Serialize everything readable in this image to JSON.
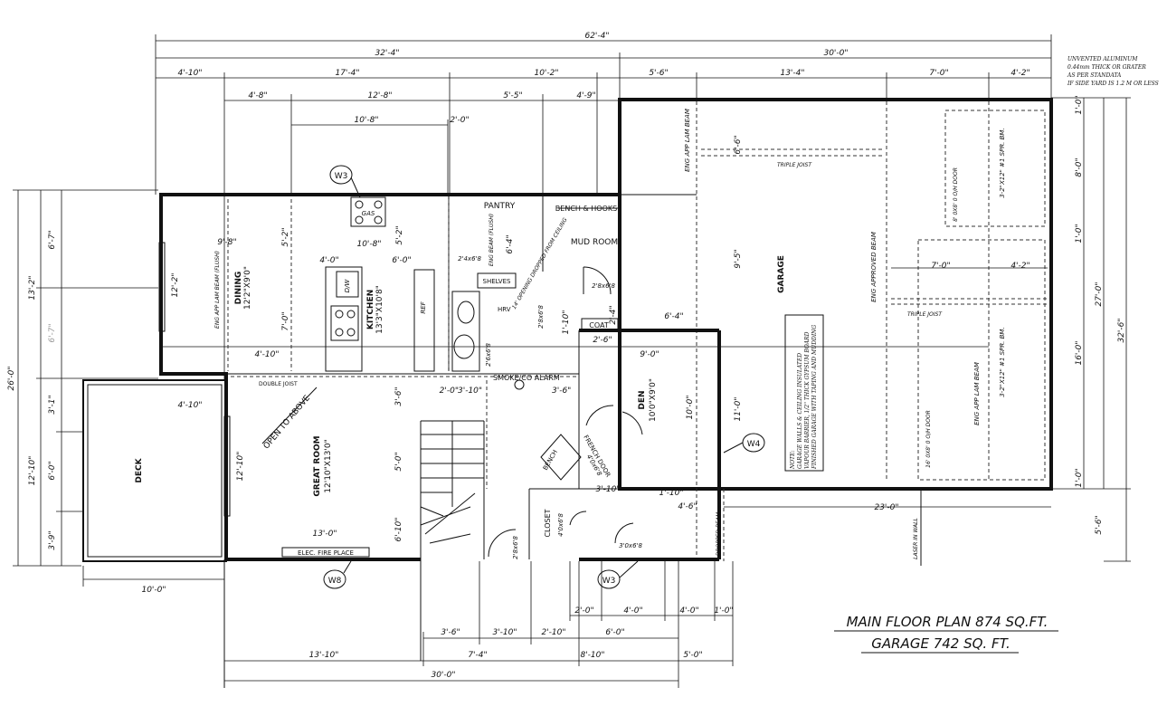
{
  "dims_top": {
    "overall": "62'-4\"",
    "left_block": "32'-4\"",
    "right_block": "30'-0\"",
    "row2": [
      "4'-10\"",
      "17'-4\"",
      "10'-2\"",
      "5'-6\"",
      "13'-4\"",
      "7'-0\"",
      "4'-2\""
    ],
    "row3": [
      "4'-8\"",
      "12'-8\"",
      "5'-5\"",
      "4'-9\""
    ],
    "row4": [
      "10'-8\"",
      "2'-0\""
    ]
  },
  "dims_left": [
    "6'-7\"",
    "13'-2\"",
    "26'-0\"",
    "3'-1\"",
    "6'-0\"",
    "12'-10\"",
    "3'-9\""
  ],
  "dims_right": [
    "1'-0\"",
    "8'-0\"",
    "1'-0\"",
    "27'-0\"",
    "32'-6\"",
    "16'-0\"",
    "1'-0\"",
    "5'-6\""
  ],
  "dims_bottom": {
    "row1": [
      "2'-0\"",
      "4'-0\"",
      "4'-0\"",
      "1'-0\""
    ],
    "row2": [
      "3'-6\"",
      "3'-10\"",
      "2'-10\"",
      "6'-0\""
    ],
    "row3": [
      "13'-10\"",
      "7'-4\"",
      "8'-10\"",
      "5'-0\""
    ],
    "overall": "30'-0\"",
    "deck_width": "10'-0\""
  },
  "interior_dims": [
    "9'-8\"",
    "5'-2\"",
    "10'-8\"",
    "5'-2\"",
    "4'-0\"",
    "6'-0\"",
    "7'-0\"",
    "4'-10\"",
    "12'-2\"",
    "6'-4\"",
    "6'-6\"",
    "9'-5\"",
    "9'-0\"",
    "7'-0\"",
    "4'-2\"",
    "2'-4\"",
    "6'-4\"",
    "2'-6\"",
    "1'-10\"",
    "10'-0\"",
    "11'-0\"",
    "3'-10\"",
    "1'-10\"",
    "4'-6\"",
    "23'-0\"",
    "13'-0\"",
    "5'-0\"",
    "6'-10\"",
    "3'-6\"",
    "12'-10\"",
    "4'-10\"",
    "3'-10\"",
    "3'-6\"",
    "2'-0\"",
    "2'-0\"",
    "6'-0\""
  ],
  "rooms": {
    "pantry": "PANTRY",
    "bench": "BENCH & HOOKS",
    "mud": "MUD ROOM",
    "shelves": "SHELVES",
    "coat": "COAT",
    "dining": "DINING",
    "dining_size": "12'2\"X9'0\"",
    "kitchen": "KITCHEN",
    "kitchen_size": "13'3\"X10'8\"",
    "great": "GREAT ROOM",
    "great_size": "12'10\"X13'0\"",
    "open": "OPEN TO ABOVE",
    "den": "DEN",
    "den_size": "10'0\"X9'0\"",
    "garage": "GARAGE",
    "deck": "DECK",
    "closet": "CLOSET",
    "fireplace": "ELEC. FIRE PLACE",
    "gas": "GAS",
    "dw": "D/W",
    "ref": "REF",
    "hrv": "HRV",
    "smoke": "SMOKE/CO ALARM",
    "french": "FRENCH DOOR",
    "french_size": "4'0x6'8",
    "bench2": "BENCH"
  },
  "doors": [
    "2'4x6'8",
    "2'8x6'8",
    "2'8x6'8",
    "2'6x6'8",
    "2'8x6'8",
    "3'0x6'8",
    "4'0x6'8"
  ],
  "windows": [
    "W3",
    "W4",
    "W8",
    "W3"
  ],
  "beams": {
    "triple_joist": "TRIPLE JOIST",
    "triple_joist2": "TRIPLE JOIST",
    "double_joist": "DOUBLE JOIST",
    "eng_lam_beam": "ENG APP LAM BEAM",
    "eng_approved_beam": "ENG APPROVED BEAM",
    "eng_lam_beam2": "ENG APP LAM BEAM",
    "flush_beam": "ENG APP LAM BEAM (FLUSH)",
    "flush_beam2": "ENG BEAM (FLUSH)",
    "dropped_beam": "DROPPED BEAM",
    "spr1": "3-2\"X12\" #1 SPR. BM.",
    "spr2": "3-2\"X12\" #1 SPR. BM.",
    "ohdoor1": "8' 0X8' 0 O/H DOOR",
    "ohdoor2": "16' 0X8' 0 O/H DOOR",
    "laser": "LASER IN WALL",
    "opening": "14' OPENING DROPPED FROM CEILING"
  },
  "note_top": [
    "UNVENTED ALUMINUM",
    "0.44mm THICK OR GRATER",
    "AS PER STANDATA",
    "IF SIDE YARD IS 1.2 M OR LESS"
  ],
  "garage_note": [
    "NOTE:",
    "GARAGE WALLS & CEILING INSULATED",
    "VAPOUR BARRIER, 1/2\" THICK GYPSUM BOARD",
    "FINISHED GARAGE WITH TAPING AND MUDDING"
  ],
  "title": {
    "line1": "MAIN FLOOR PLAN 874 SQ.FT.",
    "line2": "GARAGE  742 SQ. FT."
  }
}
